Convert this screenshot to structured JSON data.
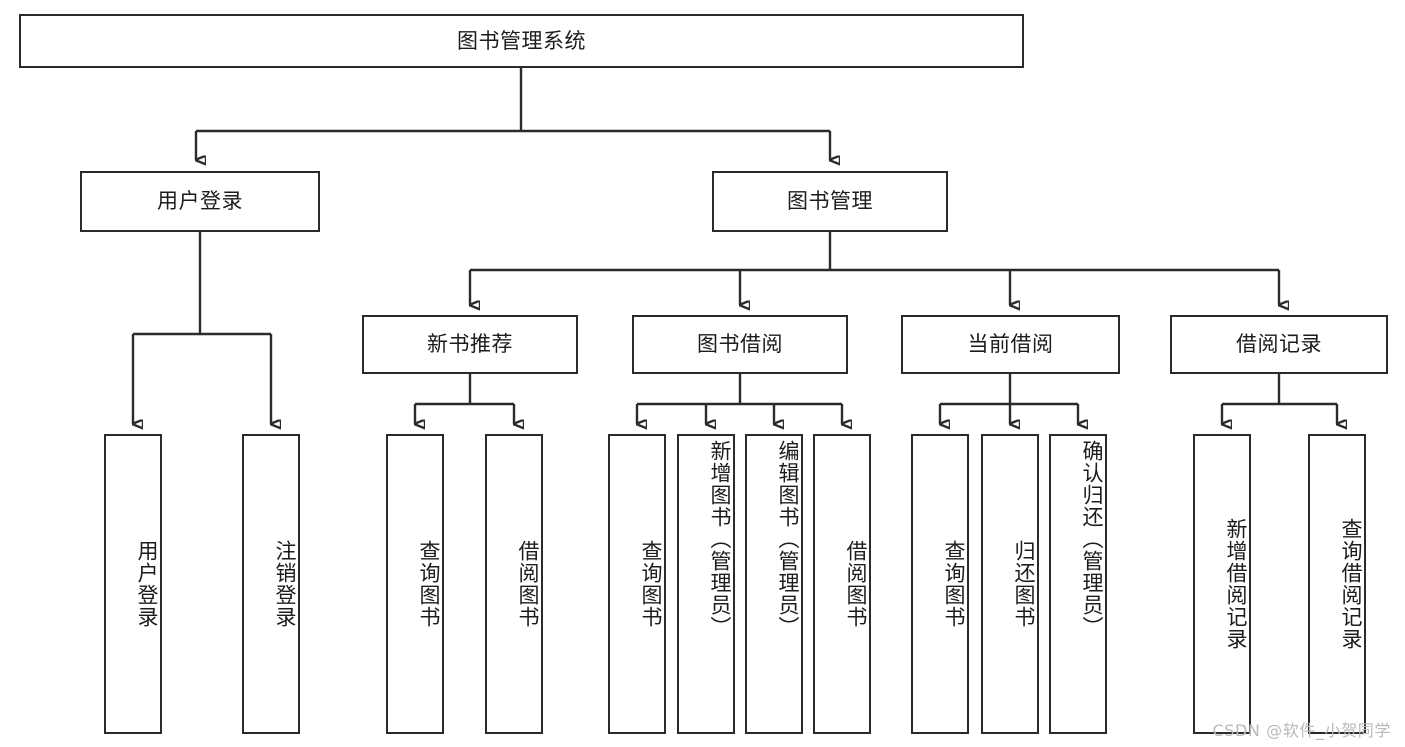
{
  "diagram": {
    "title": "图书管理系统",
    "watermark": "CSDN @软件_小贺同学",
    "colors": {
      "stroke": "#2b2b2b",
      "background": "#ffffff",
      "text": "#1c1c1c",
      "watermark": "#b9b9b9"
    },
    "root": {
      "label": "图书管理系统"
    },
    "level2": [
      {
        "label": "用户登录"
      },
      {
        "label": "图书管理"
      }
    ],
    "level3": [
      {
        "label": "新书推荐"
      },
      {
        "label": "图书借阅"
      },
      {
        "label": "当前借阅"
      },
      {
        "label": "借阅记录"
      }
    ],
    "leaves": {
      "user_login": [
        {
          "label": "用户登录"
        },
        {
          "label": "注销登录"
        }
      ],
      "new_book": [
        {
          "label": "查询图书"
        },
        {
          "label": "借阅图书"
        }
      ],
      "book_borrow": [
        {
          "label": "查询图书"
        },
        {
          "label": "新增图书（管理员）"
        },
        {
          "label": "编辑图书（管理员）"
        },
        {
          "label": "借阅图书"
        }
      ],
      "current_borrow": [
        {
          "label": "查询图书"
        },
        {
          "label": "归还图书"
        },
        {
          "label": "确认归还（管理员）"
        }
      ],
      "borrow_record": [
        {
          "label": "新增借阅记录"
        },
        {
          "label": "查询借阅记录"
        }
      ]
    }
  },
  "chart_data": {
    "type": "diagram",
    "subtype": "tree-hierarchy",
    "title": "图书管理系统",
    "orientation": "top-down",
    "nodes": [
      {
        "id": "root",
        "label": "图书管理系统",
        "level": 0,
        "parent": null
      },
      {
        "id": "login",
        "label": "用户登录",
        "level": 1,
        "parent": "root"
      },
      {
        "id": "bookmgmt",
        "label": "图书管理",
        "level": 1,
        "parent": "root"
      },
      {
        "id": "login-1",
        "label": "用户登录",
        "level": 2,
        "parent": "login"
      },
      {
        "id": "login-2",
        "label": "注销登录",
        "level": 2,
        "parent": "login"
      },
      {
        "id": "newbook",
        "label": "新书推荐",
        "level": 2,
        "parent": "bookmgmt"
      },
      {
        "id": "borrow",
        "label": "图书借阅",
        "level": 2,
        "parent": "bookmgmt"
      },
      {
        "id": "current",
        "label": "当前借阅",
        "level": 2,
        "parent": "bookmgmt"
      },
      {
        "id": "record",
        "label": "借阅记录",
        "level": 2,
        "parent": "bookmgmt"
      },
      {
        "id": "newbook-1",
        "label": "查询图书",
        "level": 3,
        "parent": "newbook"
      },
      {
        "id": "newbook-2",
        "label": "借阅图书",
        "level": 3,
        "parent": "newbook"
      },
      {
        "id": "borrow-1",
        "label": "查询图书",
        "level": 3,
        "parent": "borrow"
      },
      {
        "id": "borrow-2",
        "label": "新增图书（管理员）",
        "level": 3,
        "parent": "borrow"
      },
      {
        "id": "borrow-3",
        "label": "编辑图书（管理员）",
        "level": 3,
        "parent": "borrow"
      },
      {
        "id": "borrow-4",
        "label": "借阅图书",
        "level": 3,
        "parent": "borrow"
      },
      {
        "id": "current-1",
        "label": "查询图书",
        "level": 3,
        "parent": "current"
      },
      {
        "id": "current-2",
        "label": "归还图书",
        "level": 3,
        "parent": "current"
      },
      {
        "id": "current-3",
        "label": "确认归还（管理员）",
        "level": 3,
        "parent": "current"
      },
      {
        "id": "record-1",
        "label": "新增借阅记录",
        "level": 3,
        "parent": "record"
      },
      {
        "id": "record-2",
        "label": "查询借阅记录",
        "level": 3,
        "parent": "record"
      }
    ]
  }
}
